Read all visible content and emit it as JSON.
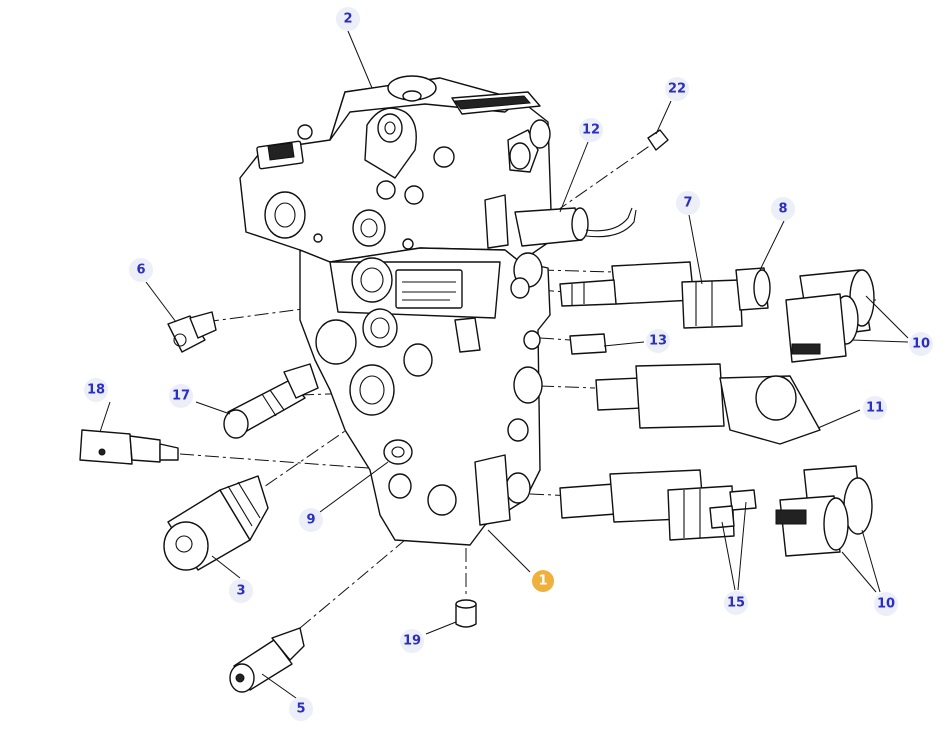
{
  "colors": {
    "callout_fill": "#eceef8",
    "callout_text": "#2a2fbf",
    "highlight_fill": "#f0b03c",
    "highlight_text": "#ffffff"
  },
  "callouts": [
    {
      "id": "c-2",
      "label": "2",
      "highlight": false
    },
    {
      "id": "c-22",
      "label": "22",
      "highlight": false
    },
    {
      "id": "c-12",
      "label": "12",
      "highlight": false
    },
    {
      "id": "c-7",
      "label": "7",
      "highlight": false
    },
    {
      "id": "c-8",
      "label": "8",
      "highlight": false
    },
    {
      "id": "c-6",
      "label": "6",
      "highlight": false
    },
    {
      "id": "c-10a",
      "label": "10",
      "highlight": false
    },
    {
      "id": "c-13",
      "label": "13",
      "highlight": false
    },
    {
      "id": "c-18",
      "label": "18",
      "highlight": false
    },
    {
      "id": "c-17",
      "label": "17",
      "highlight": false
    },
    {
      "id": "c-11",
      "label": "11",
      "highlight": false
    },
    {
      "id": "c-9",
      "label": "9",
      "highlight": false
    },
    {
      "id": "c-3",
      "label": "3",
      "highlight": false
    },
    {
      "id": "c-1",
      "label": "1",
      "highlight": true
    },
    {
      "id": "c-15",
      "label": "15",
      "highlight": false
    },
    {
      "id": "c-10b",
      "label": "10",
      "highlight": false
    },
    {
      "id": "c-19",
      "label": "19",
      "highlight": false
    },
    {
      "id": "c-5",
      "label": "5",
      "highlight": false
    }
  ]
}
